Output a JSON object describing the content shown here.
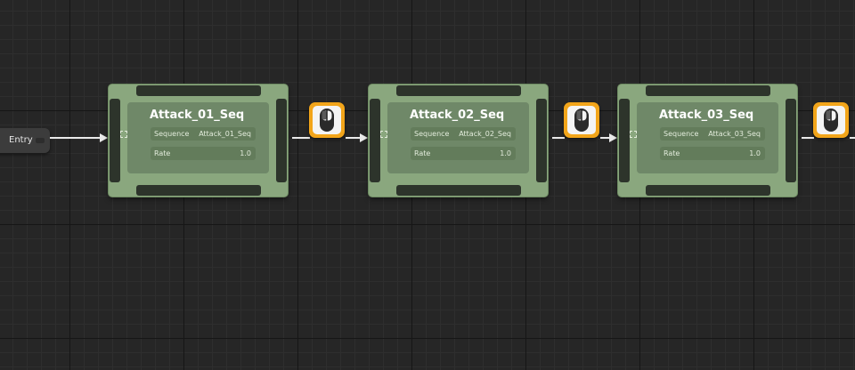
{
  "graph": {
    "entry_label": "Entry",
    "states": [
      {
        "title": "Attack_01_Seq",
        "sequence_label": "Sequence",
        "sequence_value": "Attack_01_Seq",
        "rate_label": "Rate",
        "rate_value": "1.0"
      },
      {
        "title": "Attack_02_Seq",
        "sequence_label": "Sequence",
        "sequence_value": "Attack_02_Seq",
        "rate_label": "Rate",
        "rate_value": "1.0"
      },
      {
        "title": "Attack_03_Seq",
        "sequence_label": "Sequence",
        "sequence_value": "Attack_03_Seq",
        "rate_label": "Rate",
        "rate_value": "1.0"
      }
    ],
    "transition_icon": "transition-rule-icon",
    "colors": {
      "state_node": "#8aa77e",
      "state_inner": "#6f8868",
      "transition_rule": "#f2a51a",
      "wire": "#eaeaea",
      "background": "#262626"
    }
  }
}
